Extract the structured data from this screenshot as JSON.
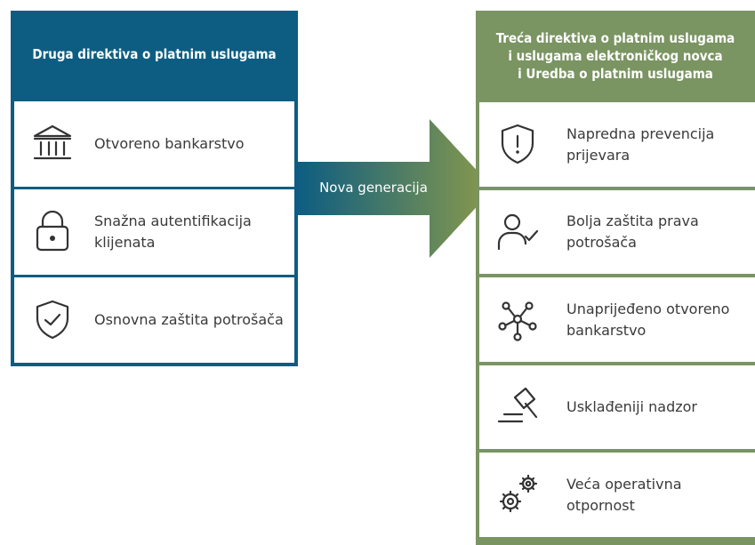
{
  "colors": {
    "left_panel": "#0d5d82",
    "right_panel": "#7a9462",
    "arrow_start": "#0d5d82",
    "arrow_end": "#8a9a4a"
  },
  "left": {
    "title": "Druga direktiva o platnim uslugama",
    "items": [
      {
        "icon": "bank-icon",
        "label": "Otvoreno bankarstvo"
      },
      {
        "icon": "padlock-icon",
        "label": "Snažna autentifikacija klijenata"
      },
      {
        "icon": "shield-check-icon",
        "label": "Osnovna zaštita potrošača"
      }
    ]
  },
  "arrow": {
    "label": "Nova generacija"
  },
  "right": {
    "title_lines": [
      "Treća direktiva o platnim uslugama",
      "i uslugama elektroničkog novca",
      "i Uredba o platnim uslugama"
    ],
    "items": [
      {
        "icon": "shield-alert-icon",
        "label": "Napredna prevencija prijevara"
      },
      {
        "icon": "user-check-icon",
        "label": "Bolja zaštita prava potrošača"
      },
      {
        "icon": "network-icon",
        "label": "Unaprijeđeno otvoreno bankarstvo"
      },
      {
        "icon": "gavel-icon",
        "label": "Usklađeniji nadzor"
      },
      {
        "icon": "gears-icon",
        "label": "Veća operativna otpornost"
      }
    ]
  }
}
